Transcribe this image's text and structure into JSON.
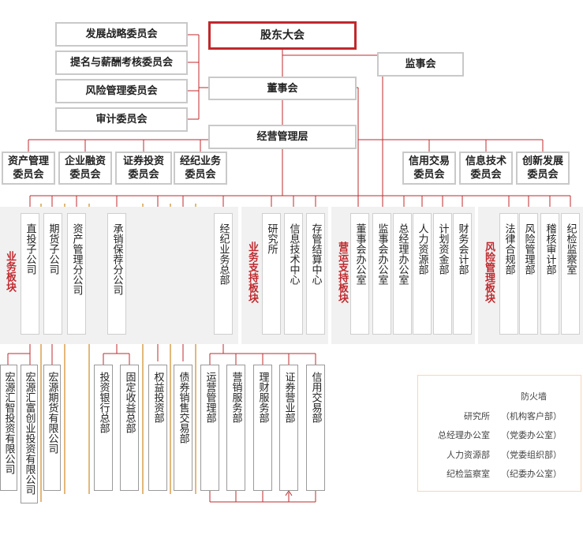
{
  "top": {
    "shareholders": "股东大会",
    "supervisors": "监事会",
    "board": "董事会",
    "management": "经营管理层"
  },
  "committees": {
    "board": [
      "发展战略委员会",
      "提名与薪酬考核委员会",
      "风险管理委员会",
      "审计委员会"
    ],
    "mgmt_left": [
      "资产管理\n委员会",
      "企业融资\n委员会",
      "证券投资\n委员会",
      "经纪业务\n委员会"
    ],
    "mgmt_right": [
      "信用交易\n委员会",
      "信息技术\n委员会",
      "创新发展\n委员会"
    ]
  },
  "segments": {
    "business": "业务板块",
    "business_support": "业务支持板块",
    "operation_support": "营运支持板块",
    "risk": "风险管理板块"
  },
  "departments": {
    "business": [
      "直投子公司",
      "期货子公司",
      "资产管理分公司",
      "承销保荐分公司",
      "经纪业务总部"
    ],
    "business_support": [
      "研究所",
      "信息技术中心",
      "存管结算中心"
    ],
    "operation_support": [
      "董事会办公室",
      "监事会办公室",
      "总经理办公室",
      "人力资源部",
      "计划资金部",
      "财务会计部"
    ],
    "risk": [
      "法律合规部",
      "风险管理部",
      "稽核审计部",
      "纪检监察室"
    ]
  },
  "subsidiaries": {
    "direct_investment": [
      "宏源汇智投资有限公司",
      "宏源汇富创业投资有限公司"
    ],
    "futures": [
      "宏源期货有限公司"
    ],
    "underwriting": [
      "投资银行总部",
      "固定收益总部"
    ],
    "standalone": [
      "权益投资部",
      "债券销售交易部"
    ],
    "brokerage": [
      "运营管理部",
      "营销服务部",
      "理财服务部",
      "证券营业部",
      "信用交易部"
    ]
  },
  "legend": {
    "firewall": "防火墙",
    "pairs": [
      [
        "研究所",
        "（机构客户部）"
      ],
      [
        "总经理办公室",
        "（党委办公室）"
      ],
      [
        "人力资源部",
        "（党委组织部）"
      ],
      [
        "纪检监察室",
        "（纪委办公室）"
      ]
    ]
  },
  "colors": {
    "line": "#c0282d",
    "firewall": "#d9a14f",
    "segment_text": "#c0282d"
  }
}
